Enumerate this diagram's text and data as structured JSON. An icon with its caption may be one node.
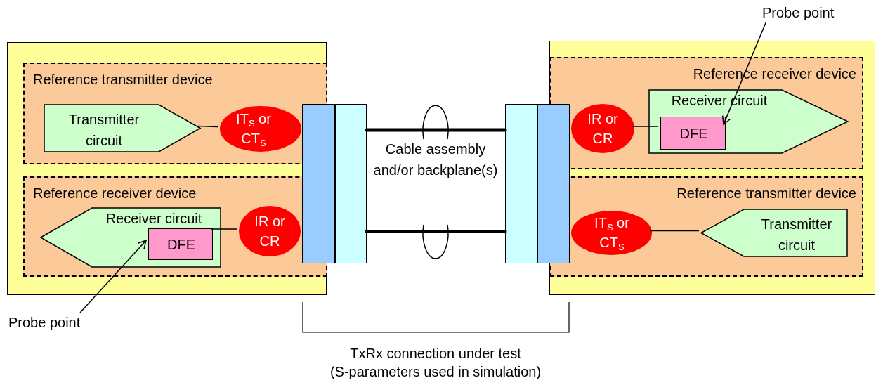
{
  "diagram": {
    "nodes": [
      {
        "text": [],
        "shape": "box"
      },
      {
        "text": [
          "Reference transmitter device"
        ],
        "in": 0
      },
      {
        "text": [
          "Transmitter circuit"
        ],
        "in": 1
      },
      {
        "text": [
          "IT$_{S}$ or CT$_{S}$"
        ],
        "in": 1
      },
      {
        "text": [
          "Reference receiver device"
        ],
        "in": 0
      },
      {
        "text": [
          "Receiver circuit"
        ],
        "in": 4
      },
      {
        "text": [
          "DFE"
        ],
        "in": 5
      },
      {
        "text": [
          "IR or CR"
        ],
        "in": 4
      },
      {
        "text": [],
        "shape": "bar"
      },
      {
        "text": [],
        "shape": "bar"
      },
      {
        "text": [],
        "shape": "bar"
      },
      {
        "text": [],
        "shape": "bar"
      },
      {
        "text": [],
        "shape": "box"
      },
      {
        "text": [
          "Reference receiver device"
        ],
        "in": 12
      },
      {
        "text": [
          "Receiver circuit"
        ],
        "in": 13
      },
      {
        "text": [
          "DFE"
        ],
        "in": 14
      },
      {
        "text": [
          "IR or CR"
        ],
        "in": 13
      },
      {
        "text": [
          "Reference transmitter device"
        ],
        "in": 12
      },
      {
        "text": [
          "IT$_{S}$ or CT$_{S}$"
        ],
        "in": 17
      },
      {
        "text": [
          "Transmitter circuit"
        ],
        "in": 17
      },
      {
        "text": [
          "Probe point"
        ]
      },
      {
        "text": [
          "Probe point"
        ]
      }
    ],
    "edges": [
      {
        "from": 2,
        "to": 3,
        "arrow": "none"
      },
      {
        "from": 7,
        "to": 6,
        "arrow": "none"
      },
      {
        "from": 9,
        "to": 10,
        "arrow": "none",
        "style": "thick"
      },
      {
        "from": 9,
        "to": 10,
        "arrow": "none",
        "style": "thick"
      },
      {
        "from": 16,
        "to": 15,
        "arrow": "none"
      },
      {
        "from": 18,
        "to": 19,
        "arrow": "none"
      },
      {
        "from": 20,
        "to": 6,
        "arrow": "to"
      },
      {
        "from": 21,
        "to": 15,
        "arrow": "to"
      }
    ],
    "labels": [
      "Cable assembly and/or backplane(s)",
      "TxRx connection under test",
      "(S-parameters used in simulation)"
    ]
  }
}
